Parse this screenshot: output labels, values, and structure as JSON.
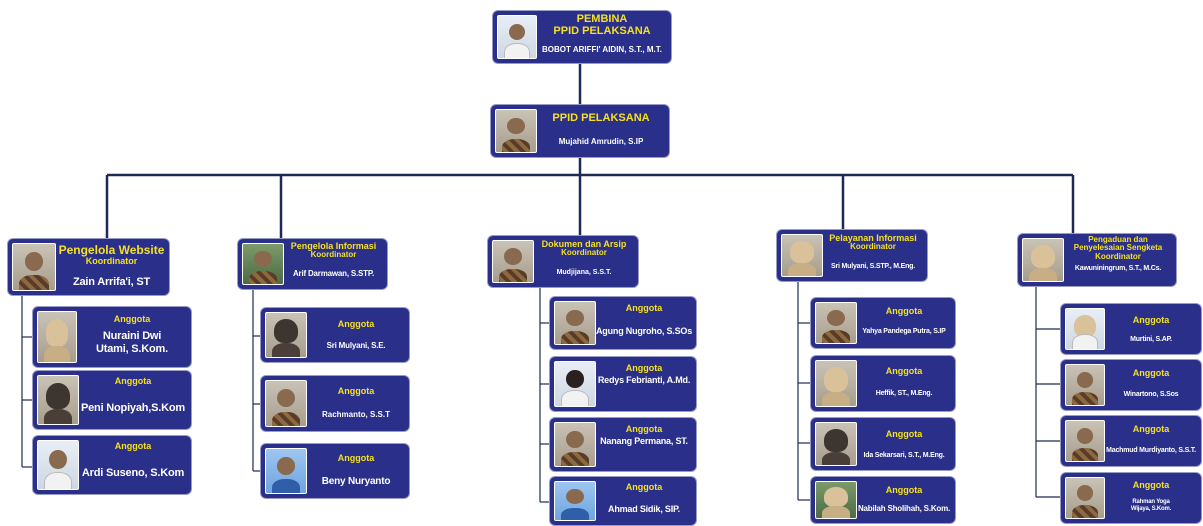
{
  "top": {
    "pembina": {
      "role_line1": "PEMBINA",
      "role_line2": "PPID PELAKSANA",
      "name": "BOBOT ARIFFI' AIDIN, S.T., M.T."
    },
    "pelaksana": {
      "role": "PPID PELAKSANA",
      "name": "Mujahid Amrudin, S.IP"
    }
  },
  "columns": [
    {
      "coordinator": {
        "title": "Pengelola Website",
        "role": "Koordinator",
        "name": "Zain Arrifa'i, ST"
      },
      "members": [
        {
          "role": "Anggota",
          "name_line1": "Nuraini Dwi",
          "name_line2": "Utami, S.Kom."
        },
        {
          "role": "Anggota",
          "name_line1": "Peni Nopiyah,S.Kom",
          "name_line2": ""
        },
        {
          "role": "Anggota",
          "name_line1": "Ardi Suseno, S.Kom",
          "name_line2": ""
        }
      ]
    },
    {
      "coordinator": {
        "title": "Pengelola Informasi",
        "role": "Koordinator",
        "name": "Arif Darmawan, S.STP."
      },
      "members": [
        {
          "role": "Anggota",
          "name_line1": "Sri Mulyani, S.E.",
          "name_line2": ""
        },
        {
          "role": "Anggota",
          "name_line1": "Rachmanto, S.S.T",
          "name_line2": ""
        },
        {
          "role": "Anggota",
          "name_line1": "Beny Nuryanto",
          "name_line2": ""
        }
      ]
    },
    {
      "coordinator": {
        "title": "Dokumen dan Arsip",
        "role": "Koordinator",
        "name": "Mudjijana, S.S.T."
      },
      "members": [
        {
          "role": "Anggota",
          "name_line1": "Agung Nugroho, S.SOs",
          "name_line2": ""
        },
        {
          "role": "Anggota",
          "name_line1": "Redys Febrianti, A.Md.",
          "name_line2": ""
        },
        {
          "role": "Anggota",
          "name_line1": "Nanang Permana, ST.",
          "name_line2": ""
        },
        {
          "role": "Anggota",
          "name_line1": "Ahmad Sidik, SIP.",
          "name_line2": ""
        }
      ]
    },
    {
      "coordinator": {
        "title": "Pelayanan Informasi",
        "role": "Koordinator",
        "name": "Sri Mulyani, S.STP., M.Eng."
      },
      "members": [
        {
          "role": "Anggota",
          "name_line1": "Yahya Pandega Putra, S.IP",
          "name_line2": ""
        },
        {
          "role": "Anggota",
          "name_line1": "Heffik, ST., M.Eng.",
          "name_line2": ""
        },
        {
          "role": "Anggota",
          "name_line1": "Ida Sekarsari, S.T., M.Eng.",
          "name_line2": ""
        },
        {
          "role": "Anggota",
          "name_line1": "Nabilah Sholihah, S.Kom.",
          "name_line2": ""
        }
      ]
    },
    {
      "coordinator": {
        "title": "Pengaduan dan Penyelesaian Sengketa",
        "role": "Koordinator",
        "name": "Kawuniningrum, S.T., M.Cs."
      },
      "members": [
        {
          "role": "Anggota",
          "name_line1": "Murtini, S.AP.",
          "name_line2": ""
        },
        {
          "role": "Anggota",
          "name_line1": "Winartono, S.Sos",
          "name_line2": ""
        },
        {
          "role": "Anggota",
          "name_line1": "Machmud Murdiyanto, S.S.T.",
          "name_line2": ""
        },
        {
          "role": "Anggota",
          "name_line1": "Rahman Yoga",
          "name_line2": "Wijaya, S.Kom."
        }
      ]
    }
  ],
  "colors": {
    "card": "#2a2f8a",
    "role_text": "#f5e11f",
    "name_text": "#ffffff",
    "connector": "#1e2a55"
  },
  "icons": [
    "person-photo-icon"
  ]
}
